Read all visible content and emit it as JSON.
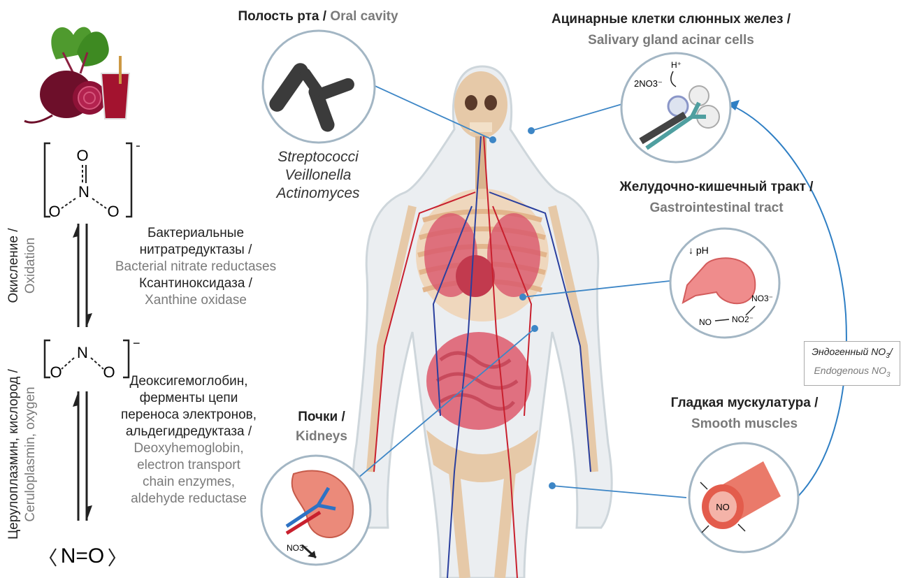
{
  "oral": {
    "title_ru": "Полость рта /",
    "title_en": "Oral cavity",
    "bacteria": [
      "Streptococci",
      "Veillonella",
      "Actinomyces"
    ]
  },
  "salivary": {
    "title_ru": "Ацинарные клетки слюнных желез /",
    "title_en": "Salivary gland acinar cells",
    "label_no3": "2NO3⁻",
    "label_h": "H⁺"
  },
  "gi": {
    "title_ru": "Желудочно-кишечный тракт /",
    "title_en": "Gastrointestinal tract",
    "label_ph": "↓ pH",
    "label_no3": "NO3⁻",
    "label_no2": "NO2⁻",
    "label_no": "NO"
  },
  "smooth": {
    "title_ru": "Гладкая мускулатура /",
    "title_en": "Smooth muscles",
    "label_no": "NO"
  },
  "kidneys": {
    "title_ru": "Почки /",
    "title_en": "Kidneys",
    "label_no3": "NO3⁻"
  },
  "endogenous": {
    "ru": "Эндогенный NO",
    "ru_sub": "3",
    "en": "Endogenous NO",
    "en_sub": "3"
  },
  "chemistry": {
    "nitrate_atoms": {
      "o": "O",
      "n": "N"
    },
    "nitrite_atoms": {
      "o": "O",
      "n": "N"
    },
    "no_label": "N=O",
    "charge": "−"
  },
  "upper_reaction": {
    "side_ru": "Окисление /",
    "side_en": "Oxidation",
    "lines": [
      {
        "text": "Бактериальные",
        "grey": false
      },
      {
        "text": "нитратредуктазы /",
        "grey": false
      },
      {
        "text": "Bacterial nitrate reductases",
        "grey": true
      },
      {
        "text": "Ксантиноксидаза /",
        "grey": false
      },
      {
        "text": "Xanthine oxidase",
        "grey": true
      }
    ]
  },
  "lower_reaction": {
    "side_ru": "Церулоплазмин, кислород /",
    "side_en": "Ceruloplasmin, oxygen",
    "lines": [
      {
        "text": "Деоксигемоглобин,",
        "grey": false
      },
      {
        "text": "ферменты цепи",
        "grey": false
      },
      {
        "text": "переноса электронов,",
        "grey": false
      },
      {
        "text": "альдегидредуктаза /",
        "grey": false
      },
      {
        "text": "Deoxyhemoglobin,",
        "grey": true
      },
      {
        "text": "electron transport",
        "grey": true
      },
      {
        "text": "chain enzymes,",
        "grey": true
      },
      {
        "text": "aldehyde reductase",
        "grey": true
      }
    ]
  },
  "colors": {
    "connector": "#3d86c6",
    "arrow": "#2f7fc4",
    "grey_text": "#7a7a7a"
  }
}
